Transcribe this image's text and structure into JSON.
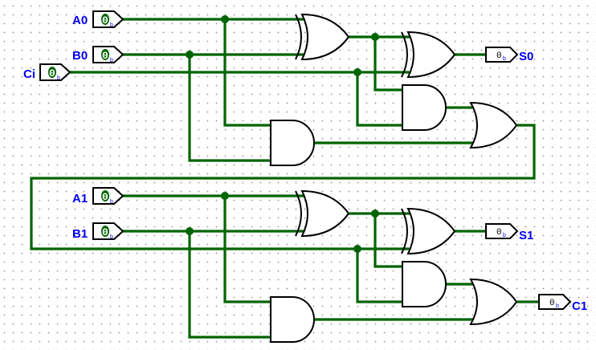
{
  "circuit": {
    "title": "2-bit ripple carry adder",
    "inputs": [
      {
        "name": "A0",
        "value": "0",
        "radix": "b"
      },
      {
        "name": "B0",
        "value": "0",
        "radix": "b"
      },
      {
        "name": "Ci",
        "value": "0",
        "radix": "b"
      },
      {
        "name": "A1",
        "value": "0",
        "radix": "b"
      },
      {
        "name": "B1",
        "value": "0",
        "radix": "b"
      }
    ],
    "outputs": [
      {
        "name": "S0",
        "value": "0",
        "radix": "b"
      },
      {
        "name": "S1",
        "value": "0",
        "radix": "b"
      },
      {
        "name": "C1",
        "value": "0",
        "radix": "b"
      }
    ],
    "gates": [
      {
        "type": "XOR",
        "stage": 0,
        "role": "A0 xor B0"
      },
      {
        "type": "XOR",
        "stage": 0,
        "role": "sum S0"
      },
      {
        "type": "AND",
        "stage": 0,
        "role": "carry propagate"
      },
      {
        "type": "AND",
        "stage": 0,
        "role": "carry generate"
      },
      {
        "type": "OR",
        "stage": 0,
        "role": "carry out"
      },
      {
        "type": "XOR",
        "stage": 1,
        "role": "A1 xor B1"
      },
      {
        "type": "XOR",
        "stage": 1,
        "role": "sum S1"
      },
      {
        "type": "AND",
        "stage": 1,
        "role": "carry propagate"
      },
      {
        "type": "AND",
        "stage": 1,
        "role": "carry generate"
      },
      {
        "type": "OR",
        "stage": 1,
        "role": "carry out C1"
      }
    ],
    "colors": {
      "wire": "#006400",
      "label": "#0000ee",
      "gate_stroke": "#000000"
    }
  }
}
